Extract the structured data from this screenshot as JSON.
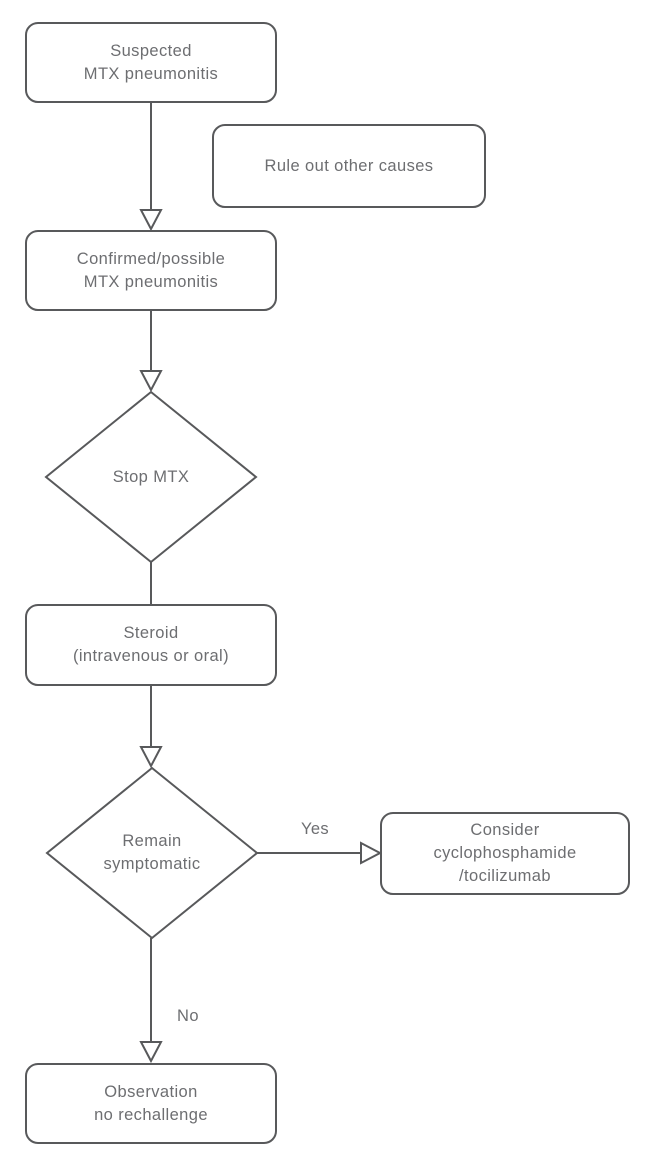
{
  "palette": {
    "stroke": "#58595b",
    "text": "#6d6e71",
    "background": "#ffffff"
  },
  "nodes": {
    "suspected": {
      "type": "process",
      "label": "Suspected\nMTX pneumonitis"
    },
    "rule_out": {
      "type": "process",
      "label": "Rule out other causes"
    },
    "confirmed": {
      "type": "process",
      "label": "Confirmed/possible\nMTX pneumonitis"
    },
    "stop_mtx": {
      "type": "decision",
      "label": "Stop MTX"
    },
    "steroid": {
      "type": "process",
      "label": "Steroid\n(intravenous or oral)"
    },
    "remain": {
      "type": "decision",
      "label": "Remain\nsymptomatic"
    },
    "consider": {
      "type": "process",
      "label": "Consider\ncyclophosphamide\n/tocilizumab"
    },
    "observation": {
      "type": "process",
      "label": "Observation\nno rechallenge"
    }
  },
  "edges": {
    "yes_label": "Yes",
    "no_label": "No"
  }
}
